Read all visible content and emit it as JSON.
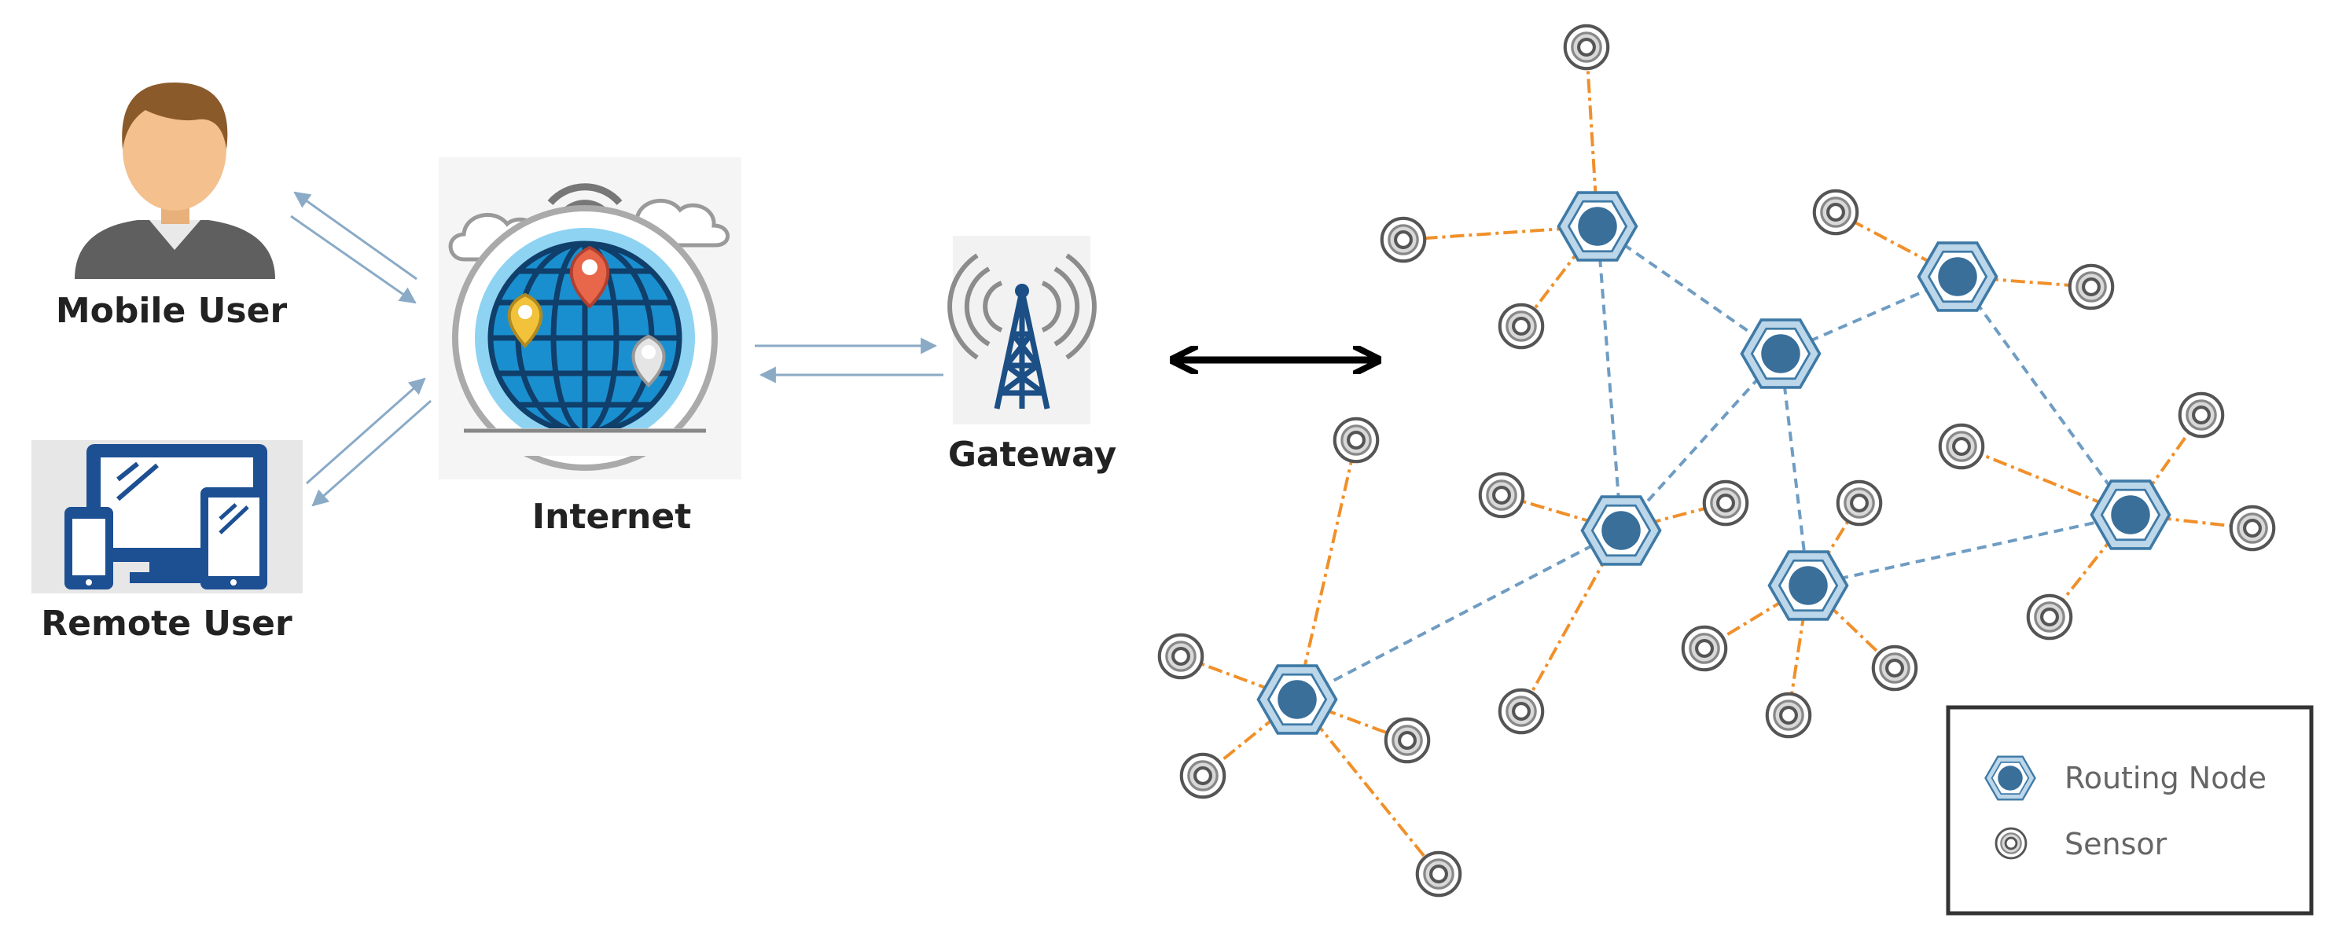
{
  "labels": {
    "mobile_user": "Mobile User",
    "remote_user": "Remote User",
    "internet": "Internet",
    "gateway": "Gateway"
  },
  "legend": {
    "routing_node": "Routing Node",
    "sensor": "Sensor"
  },
  "colors": {
    "node_fill": "#3a6f9a",
    "node_ring": "#bcd6ea",
    "node_stroke": "#3f7aa6",
    "sensor_link": "#f0902a",
    "node_link": "#6f9cc2",
    "arrow_light": "#8aaac6",
    "text": "#222222"
  },
  "icons": [
    "user-icon",
    "devices-icon",
    "globe-icon",
    "cloud-icon",
    "map-pin-icon",
    "antenna-tower-icon",
    "routing-node-icon",
    "sensor-icon"
  ]
}
